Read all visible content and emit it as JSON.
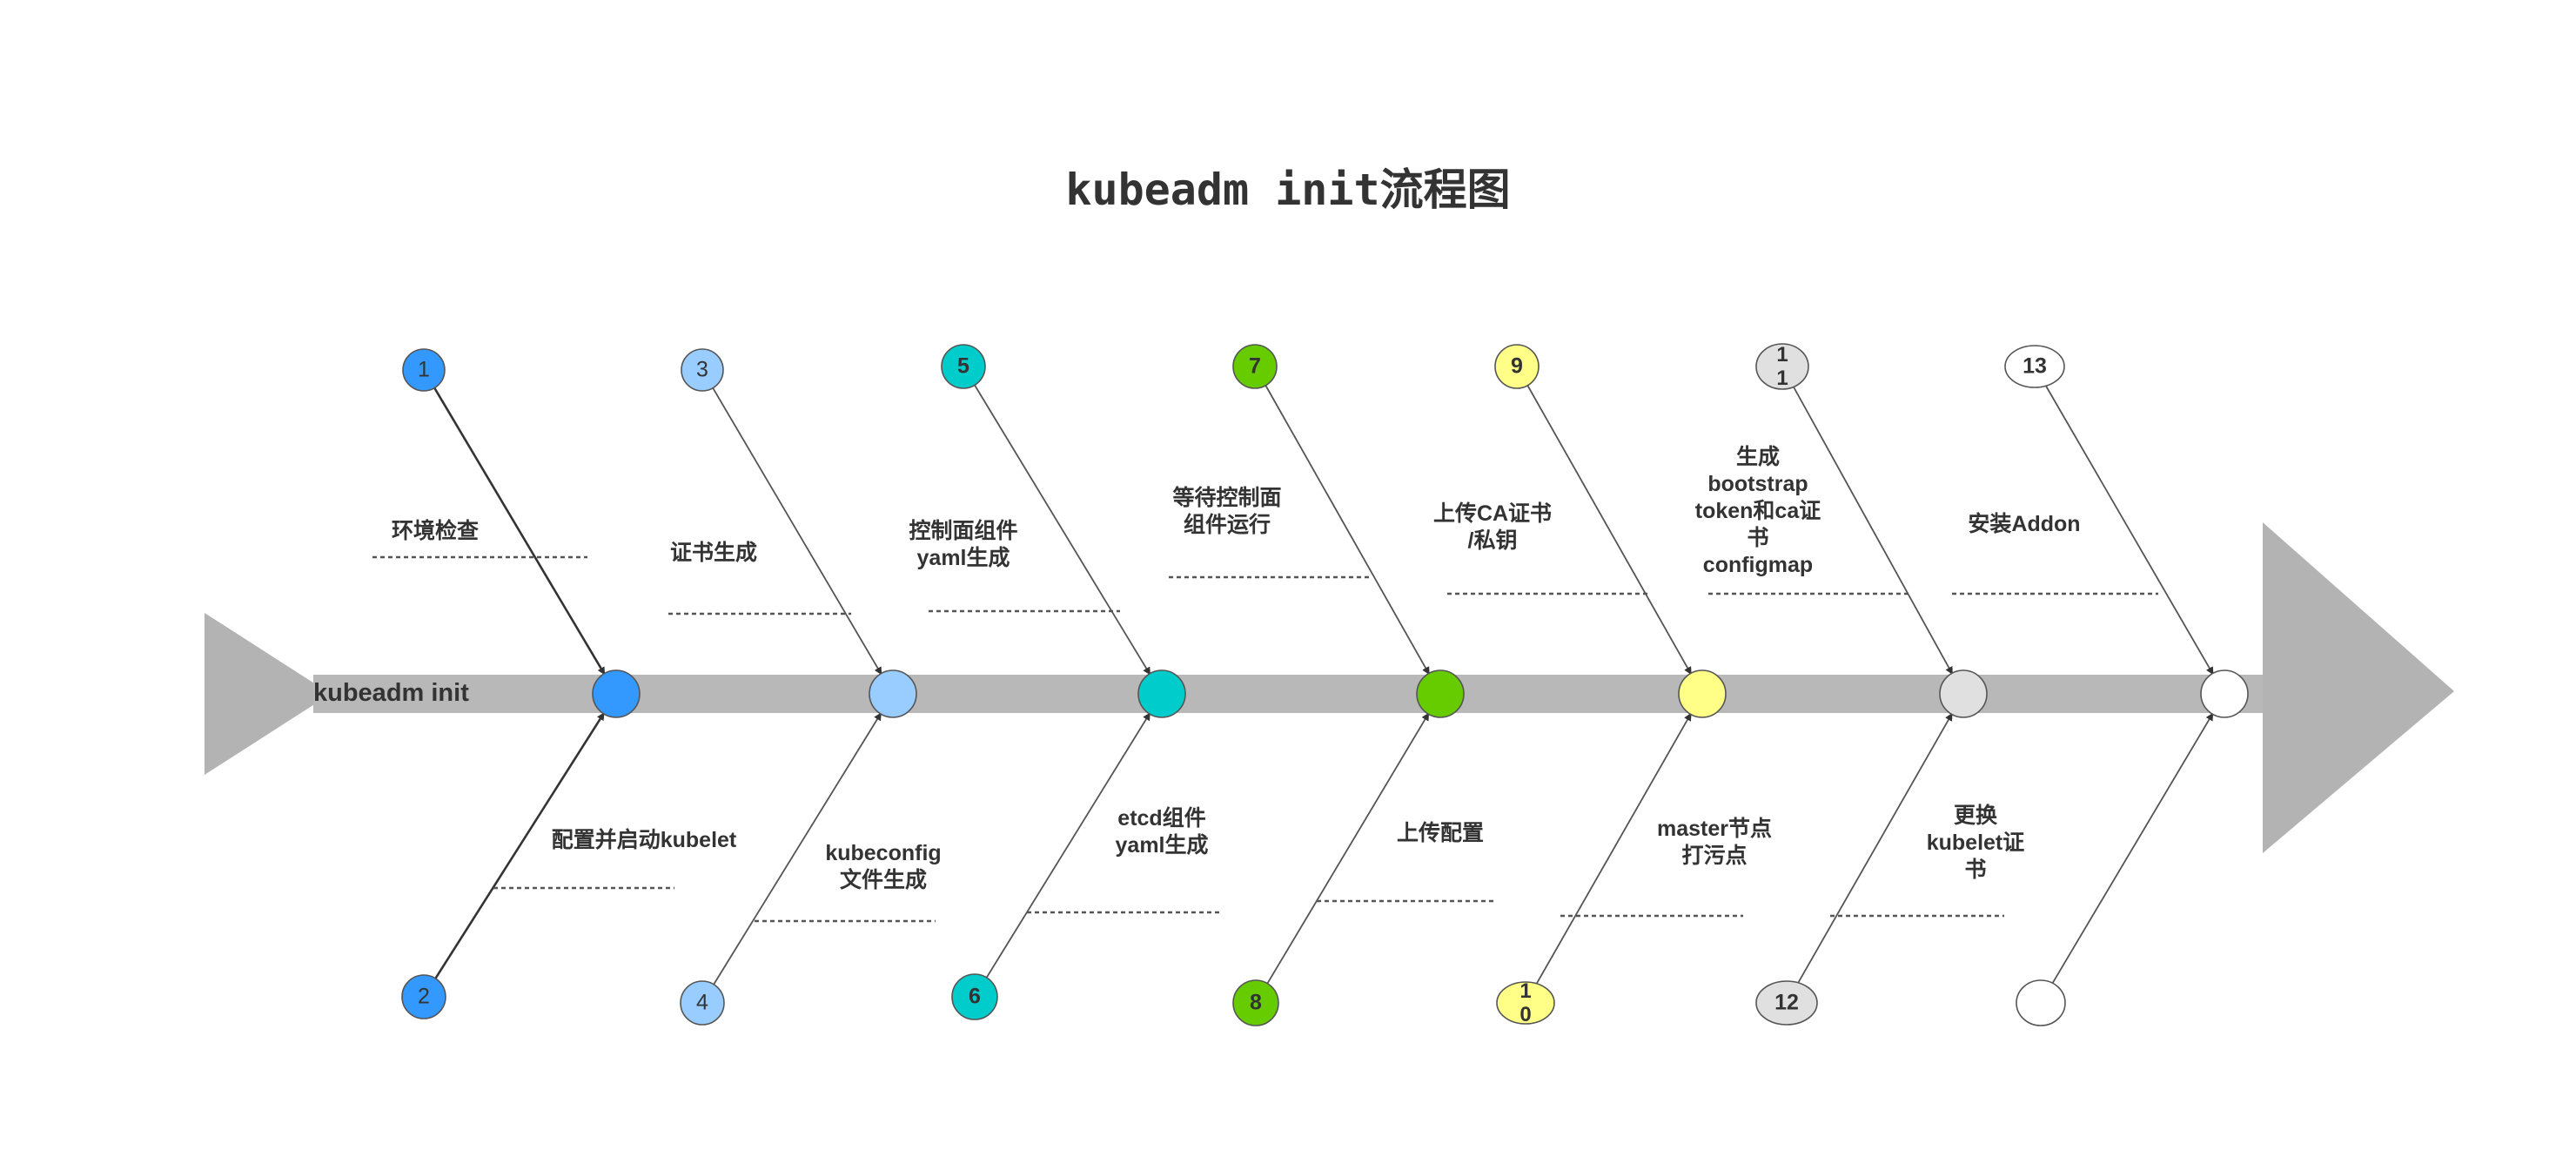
{
  "title": "kubeadm init流程图",
  "main_label": "kubeadm init",
  "colors": {
    "spine": "#b8b8b8",
    "tail": "#b3b3b3",
    "head": "#b3b3b3",
    "text": "#333333",
    "stroke": "#555555"
  },
  "steps": [
    {
      "number": "1",
      "label": "环境检查",
      "color": "#3399ff"
    },
    {
      "number": "2",
      "label": "配置并启动kubelet",
      "color": "#3399ff"
    },
    {
      "number": "3",
      "label": "证书生成",
      "color": "#99ccff"
    },
    {
      "number": "4",
      "label": "kubeconfig\n文件生成",
      "color": "#99ccff"
    },
    {
      "number": "5",
      "label": "控制面组件\nyaml生成",
      "color": "#00cccc"
    },
    {
      "number": "6",
      "label": "etcd组件\nyaml生成",
      "color": "#00cccc"
    },
    {
      "number": "7",
      "label": "等待控制面\n组件运行",
      "color": "#66cc00"
    },
    {
      "number": "8",
      "label": "上传配置",
      "color": "#66cc00"
    },
    {
      "number": "9",
      "label": "上传CA证书\n/私钥",
      "color": "#ffff88"
    },
    {
      "number": "1\n0",
      "label": "master节点\n打污点",
      "color": "#ffff88"
    },
    {
      "number": "1\n1",
      "label": "生成\nbootstrap\ntoken和ca证\n书\nconfigmap",
      "color": "#e0e0e0"
    },
    {
      "number": "12",
      "label": "更换\nkubelet证\n书",
      "color": "#e0e0e0"
    },
    {
      "number": "13",
      "label": "安装Addon",
      "color": "#ffffff"
    },
    {
      "number": "",
      "label": "",
      "color": "#ffffff"
    }
  ]
}
